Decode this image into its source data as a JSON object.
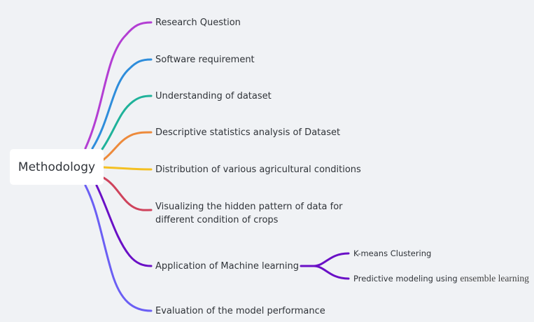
{
  "root": {
    "label": "Methodology"
  },
  "branches": [
    {
      "label": "Research Question",
      "color": "#b33ed3"
    },
    {
      "label": "Software requirement",
      "color": "#2e8ddb"
    },
    {
      "label": "Understanding of dataset",
      "color": "#1fb29a"
    },
    {
      "label": "Descriptive statistics analysis of Dataset",
      "color": "#ed8a3b"
    },
    {
      "label": "Distribution of various agricultural conditions",
      "color": "#f4c022"
    },
    {
      "label": "Visualizing the hidden pattern of data for",
      "label2": "different condition of crops",
      "color": "#cf435c"
    },
    {
      "label": "Application of Machine learning",
      "color": "#6a10c6",
      "children": [
        {
          "label": "K-means Clustering"
        },
        {
          "label": "Predictive modeling using",
          "label_suffix": "ensemble learning"
        }
      ]
    },
    {
      "label": "Evaluation of the model performance",
      "color": "#6b5ff4"
    }
  ]
}
